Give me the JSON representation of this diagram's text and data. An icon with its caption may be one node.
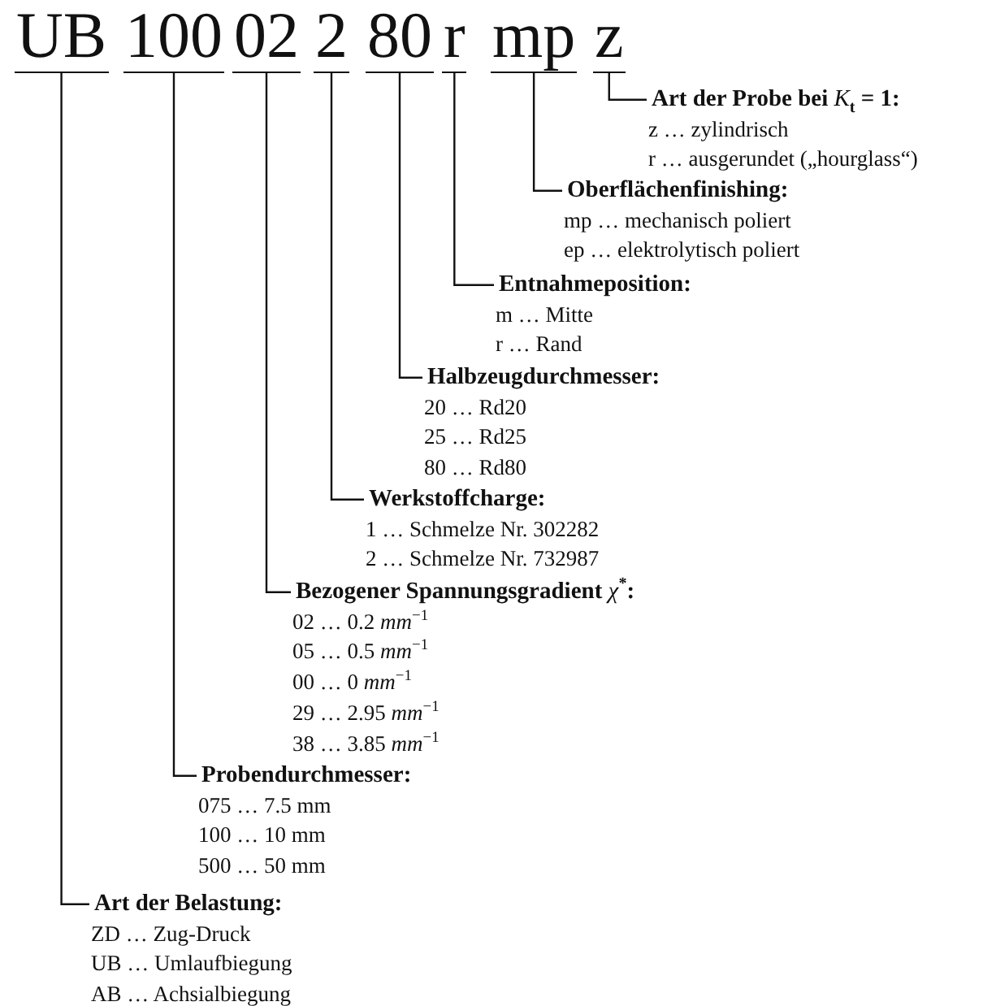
{
  "diagram": {
    "nodes": [
      {
        "text": [
          "UB"
        ]
      },
      {
        "text": [
          "100"
        ]
      },
      {
        "text": [
          "02"
        ]
      },
      {
        "text": [
          "2"
        ]
      },
      {
        "text": [
          "80"
        ]
      },
      {
        "text": [
          "r"
        ]
      },
      {
        "text": [
          "mp"
        ]
      },
      {
        "text": [
          "z"
        ]
      },
      {
        "text": [
          "Art der Probe bei *K*$_{t}$ = 1:",
          "z … zylindrisch",
          "r … ausgerundet („hourglass“)"
        ]
      },
      {
        "text": [
          "Oberflächenfinishing:",
          "mp … mechanisch poliert",
          "ep … elektrolytisch poliert"
        ]
      },
      {
        "text": [
          "Entnahmeposition:",
          "m … Mitte",
          "r … Rand"
        ]
      },
      {
        "text": [
          "Halbzeugdurchmesser:",
          "20 … Rd20",
          "25 … Rd25",
          "80 … Rd80"
        ]
      },
      {
        "text": [
          "Werkstoffcharge:",
          "1 … Schmelze Nr. 302282",
          "2 … Schmelze Nr. 732987"
        ]
      },
      {
        "text": [
          "Bezogener Spannungsgradient *χ*$^{*}$:",
          "02 … 0.2 *mm*$^{−1}$",
          "05 … 0.5 *mm*$^{−1}$",
          "00 … 0 *mm*$^{−1}$",
          "29 … 2.95 *mm*$^{−1}$",
          "38 … 3.85 *mm*$^{−1}$"
        ]
      },
      {
        "text": [
          "Probendurchmesser:",
          "075 … 7.5 mm",
          "100 … 10 mm",
          "500 … 50 mm"
        ]
      },
      {
        "text": [
          "Art der Belastung:",
          "ZD … Zug-Druck",
          "UB … Umlaufbiegung",
          "AB … Achsialbiegung"
        ]
      }
    ],
    "edges": [
      {
        "from": 7,
        "to": 8,
        "arrow": "none"
      },
      {
        "from": 6,
        "to": 9,
        "arrow": "none"
      },
      {
        "from": 5,
        "to": 10,
        "arrow": "none"
      },
      {
        "from": 4,
        "to": 11,
        "arrow": "none"
      },
      {
        "from": 3,
        "to": 12,
        "arrow": "none"
      },
      {
        "from": 2,
        "to": 13,
        "arrow": "none"
      },
      {
        "from": 1,
        "to": 14,
        "arrow": "none"
      },
      {
        "from": 0,
        "to": 15,
        "arrow": "none"
      }
    ]
  }
}
